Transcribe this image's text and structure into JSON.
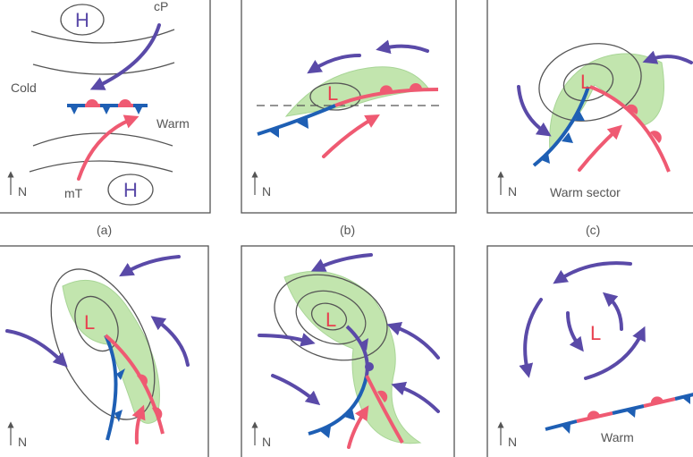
{
  "colors": {
    "cold_front": "#1e5fb4",
    "warm_front": "#ef5a72",
    "wind_arrow": "#5a4aa8",
    "precipitation": "#c2e5ae",
    "low_label": "#e8404f",
    "high_label": "#5a4aa8"
  },
  "panel_a": {
    "caption": "(a)",
    "high1": "H",
    "high2": "H",
    "cold_label": "Cold",
    "warm_label": "Warm",
    "cp_label": "cP",
    "mt_label": "mT",
    "north": "N"
  },
  "panel_b": {
    "caption": "(b)",
    "low": "L",
    "north": "N"
  },
  "panel_c": {
    "caption": "(c)",
    "low": "L",
    "north": "N",
    "sector_label": "Warm sector"
  },
  "panel_d": {
    "low": "L",
    "north": "N"
  },
  "panel_e": {
    "low": "L",
    "north": "N"
  },
  "panel_f": {
    "low": "L",
    "north": "N",
    "warm_label": "Warm"
  }
}
